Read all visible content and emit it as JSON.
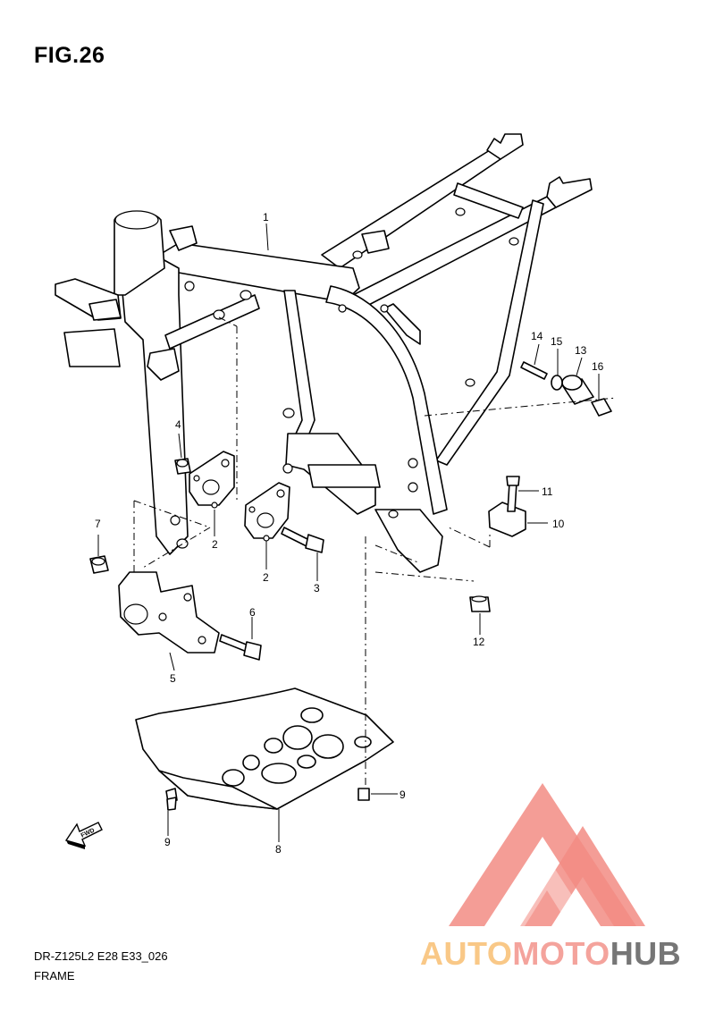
{
  "figure": {
    "title": "FIG.26",
    "model_code": "DR-Z125L2 E28 E33_026",
    "name": "FRAME"
  },
  "callouts": [
    "1",
    "2",
    "2",
    "3",
    "4",
    "5",
    "6",
    "7",
    "8",
    "9",
    "9",
    "10",
    "11",
    "12",
    "13",
    "14",
    "15",
    "16"
  ],
  "direction_arrow": {
    "label": "FWD",
    "icon": "fwd-arrow-icon"
  },
  "watermark": {
    "logo_icon": "triangle-m-logo-icon",
    "part_auto": "AUTO",
    "part_moto": "MOTO",
    "part_hub": "HUB",
    "colors": {
      "auto": "#f9c887",
      "moto": "#f4a39c",
      "hub": "#767676",
      "logo": "#f28c84"
    }
  }
}
